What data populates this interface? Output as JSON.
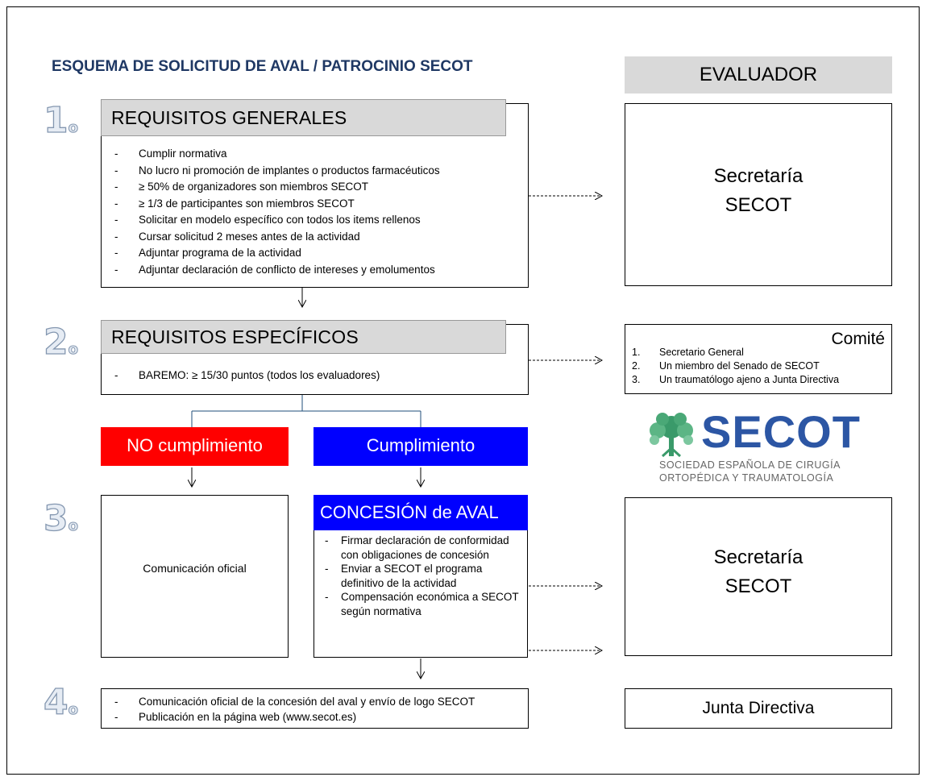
{
  "title": "ESQUEMA DE SOLICITUD DE AVAL / PATROCINIO SECOT",
  "evaluator_header": "EVALUADOR",
  "steps": {
    "s1": {
      "number": "1",
      "dot": "o",
      "heading": "REQUISITOS GENERALES",
      "items": [
        "Cumplir normativa",
        "No lucro ni promoción de implantes o productos farmacéuticos",
        "≥ 50% de organizadores son miembros SECOT",
        "≥ 1/3 de participantes son miembros SECOT",
        "Solicitar en modelo específico con todos los items rellenos",
        "Cursar solicitud 2 meses antes de la actividad",
        "Adjuntar programa  de la actividad",
        "Adjuntar declaración de conflicto de intereses y emolumentos"
      ]
    },
    "s2": {
      "number": "2",
      "dot": "o",
      "heading": "REQUISITOS ESPECÍFICOS",
      "items": [
        "BAREMO: ≥ 15/30 puntos (todos los evaluadores)"
      ]
    },
    "s3": {
      "number": "3",
      "dot": "o",
      "no_label": "NO cumplimiento",
      "yes_label": "Cumplimiento",
      "no_box_text": "Comunicación oficial",
      "grant_heading": "CONCESIÓN de AVAL",
      "grant_items": [
        "Firmar declaración de conformidad con obligaciones de concesión",
        "Enviar a SECOT el programa definitivo de la actividad",
        "Compensación económica a SECOT según normativa"
      ]
    },
    "s4": {
      "number": "4",
      "dot": "o",
      "items": [
        "Comunicación oficial de la concesión del aval y envío de logo SECOT",
        "Publicación en la página web (www.secot.es)"
      ]
    }
  },
  "evaluators": {
    "e1_line1": "Secretaría",
    "e1_line2": "SECOT",
    "committee_title": "Comité",
    "committee_members": [
      {
        "n": "1.",
        "text": "Secretario General"
      },
      {
        "n": "2.",
        "text": "Un miembro del Senado de SECOT"
      },
      {
        "n": "3.",
        "text": "Un traumatólogo ajeno a Junta Directiva"
      }
    ],
    "e3_line1": "Secretaría",
    "e3_line2": "SECOT",
    "e4": "Junta Directiva"
  },
  "logo": {
    "word": "SECOT",
    "line1": "SOCIEDAD ESPAÑOLA DE CIRUGÍA",
    "line2": "ORTOPÉDICA Y TRAUMATOLOGÍA"
  },
  "colors": {
    "title": "#1f3864",
    "red": "#ff0000",
    "blue": "#0000ff",
    "logo_blue": "#2c56a4",
    "logo_green": "#3a9a6a"
  }
}
